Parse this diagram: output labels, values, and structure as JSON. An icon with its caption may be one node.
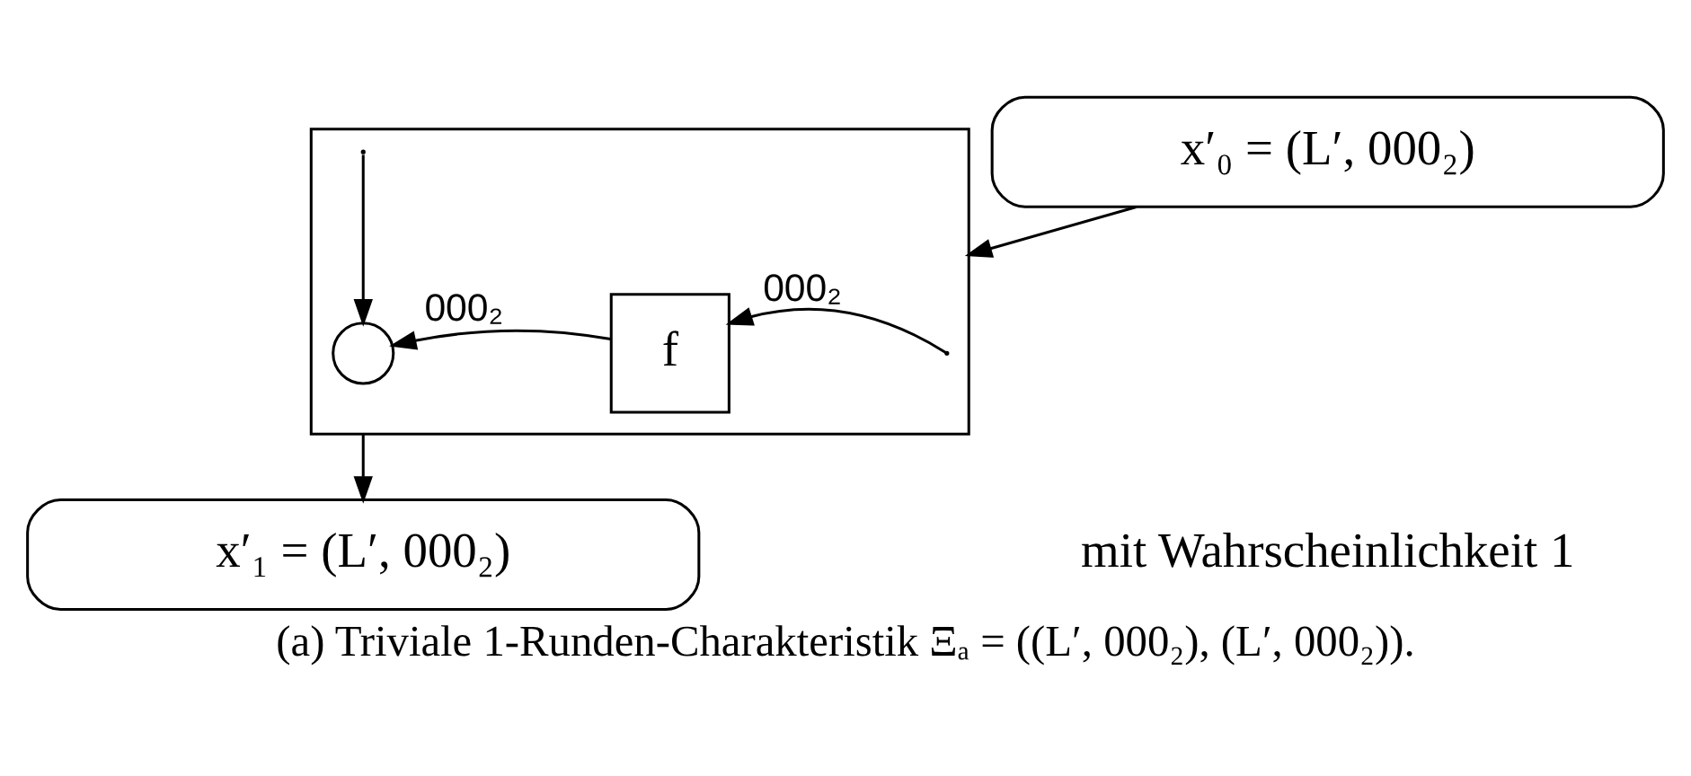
{
  "diagram": {
    "caption": "(a) Triviale 1-Runden-Charakteristik Ξₐ = ((L′, 000₂), (L′, 000₂)).",
    "nodes": [
      {
        "text": [
          "x′₀ = (L′, 000₂)"
        ]
      },
      {
        "text": [],
        "shape": "box",
        "beside": [
          "mit Wahrscheinlichkeit 1"
        ]
      },
      {
        "text": [],
        "shape": "circle",
        "in": 1
      },
      {
        "text": [
          "f"
        ],
        "in": 1
      },
      {
        "text": [
          "x′₁ = (L′, 000₂)"
        ]
      }
    ],
    "edges": [
      {
        "from": 0,
        "to": 1,
        "arrow": "to"
      },
      {
        "from": null,
        "to": 3,
        "arrow": "to",
        "label": "000₂"
      },
      {
        "from": 3,
        "to": 2,
        "arrow": "to",
        "label": "000₂"
      },
      {
        "from": null,
        "to": 2,
        "arrow": "to"
      },
      {
        "from": 1,
        "to": 4,
        "arrow": "to"
      }
    ]
  }
}
